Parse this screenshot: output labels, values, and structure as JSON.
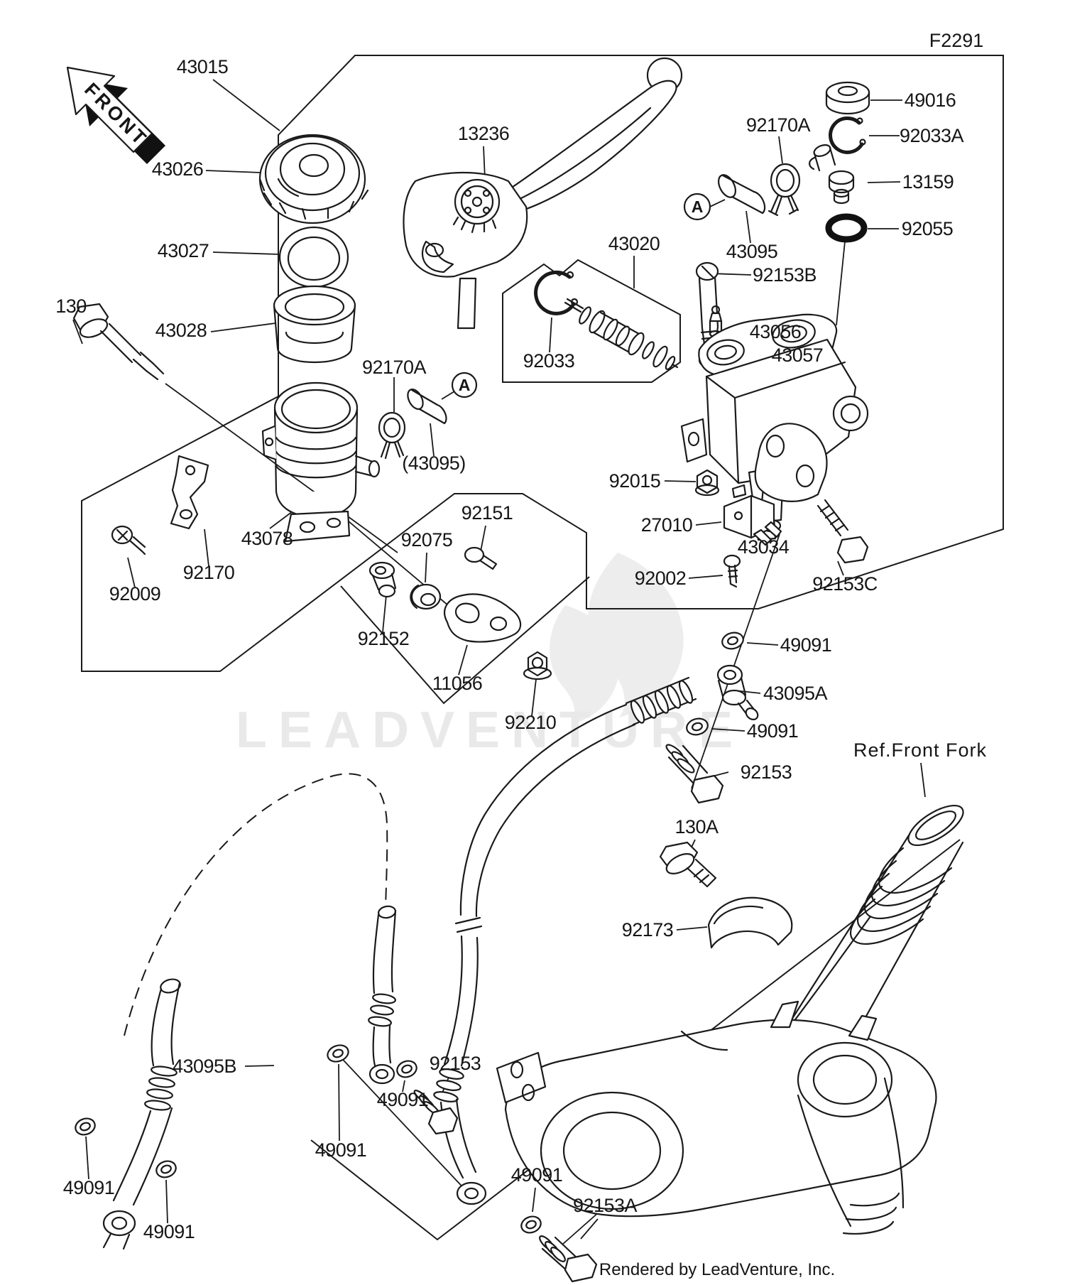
{
  "doc": {
    "diagram_code": "F2291",
    "front_marker": "FRONT",
    "detail_marker": "A",
    "watermark": "LEADVENTURE",
    "credit": "Rendered by LeadVenture, Inc."
  },
  "labels": [
    {
      "part": "43015"
    },
    {
      "part": "43026"
    },
    {
      "part": "43027"
    },
    {
      "part": "43028"
    },
    {
      "part": "130"
    },
    {
      "part": "13236"
    },
    {
      "part": "43020"
    },
    {
      "part": "92033"
    },
    {
      "part": "92170A"
    },
    {
      "part": "43095"
    },
    {
      "part": "49016"
    },
    {
      "part": "92033A"
    },
    {
      "part": "13159"
    },
    {
      "part": "92055"
    },
    {
      "part": "92153B"
    },
    {
      "part": "43056"
    },
    {
      "part": "43057"
    },
    {
      "part": "92015"
    },
    {
      "part": "27010"
    },
    {
      "part": "92002"
    },
    {
      "part": "43034"
    },
    {
      "part": "92153C"
    },
    {
      "part": "43078"
    },
    {
      "part": "92170"
    },
    {
      "part": "92009"
    },
    {
      "part": "92151"
    },
    {
      "part": "92075"
    },
    {
      "part": "92152"
    },
    {
      "part": "11056"
    },
    {
      "part": "92210"
    },
    {
      "part": "49091"
    },
    {
      "part": "43095A"
    },
    {
      "part": "49091"
    },
    {
      "part": "92153"
    },
    {
      "part": "Ref.Front Fork"
    },
    {
      "part": "130A"
    },
    {
      "part": "92173"
    },
    {
      "part": "43095B"
    },
    {
      "part": "49091"
    },
    {
      "part": "49091"
    },
    {
      "part": "49091"
    },
    {
      "part": "49091"
    },
    {
      "part": "92153"
    },
    {
      "part": "92153A"
    },
    {
      "part": "49091"
    },
    {
      "part": "(43095)"
    },
    {
      "part": "92170A"
    }
  ]
}
